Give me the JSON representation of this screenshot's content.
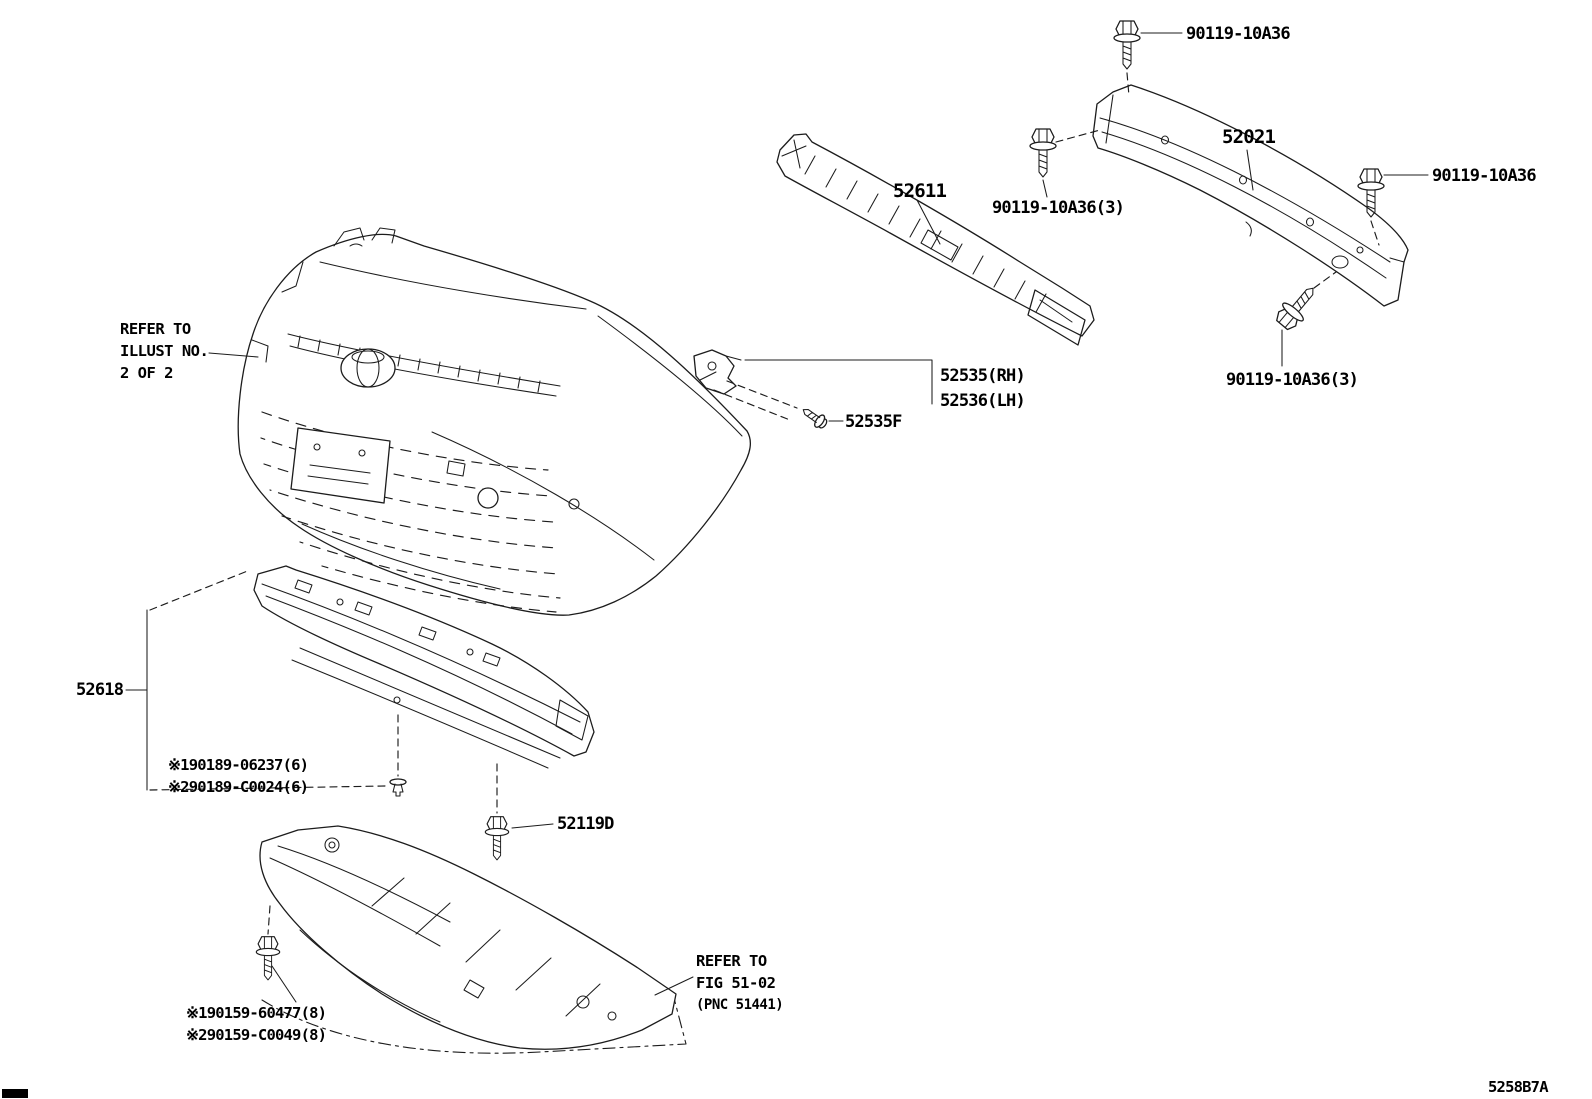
{
  "page": {
    "bg": "#ffffff",
    "ink": "#1c1c1c",
    "footer_code": "5258B7A"
  },
  "callouts": {
    "bolt_top": {
      "part": "90119-10A36"
    },
    "reinforcement": {
      "part": "52021"
    },
    "bolt_right": {
      "part": "90119-10A36"
    },
    "absorber": {
      "part": "52611"
    },
    "bolt_upper_qty3": {
      "part": "90119-10A36(3)"
    },
    "bolt_lower_qty3": {
      "part": "90119-10A36(3)"
    },
    "refer_illust": {
      "line1": "REFER TO",
      "line2": "ILLUST NO.",
      "line3": "2 OF 2"
    },
    "retainer_rh": {
      "part": "52535(RH)"
    },
    "retainer_lh": {
      "part": "52536(LH)"
    },
    "retainer_screw": {
      "part": "52535F"
    },
    "lower_absorber": {
      "part": "52618"
    },
    "lower_absorber_clip1": {
      "part": "※190189-06237(6)"
    },
    "lower_absorber_clip2": {
      "part": "※290189-C0024(6)"
    },
    "undercover_bolt": {
      "part": "52119D"
    },
    "refer_fig": {
      "line1": "REFER TO",
      "line2": "FIG 51-02",
      "line3": "(PNC 51441)"
    },
    "undercover_fastener1": {
      "part": "※190159-60477(8)"
    },
    "undercover_fastener2": {
      "part": "※290159-C0049(8)"
    }
  },
  "icons": {
    "bolt": "hex-flange-bolt-icon",
    "clip": "push-rivet-clip-icon",
    "screw": "washer-screw-icon"
  }
}
